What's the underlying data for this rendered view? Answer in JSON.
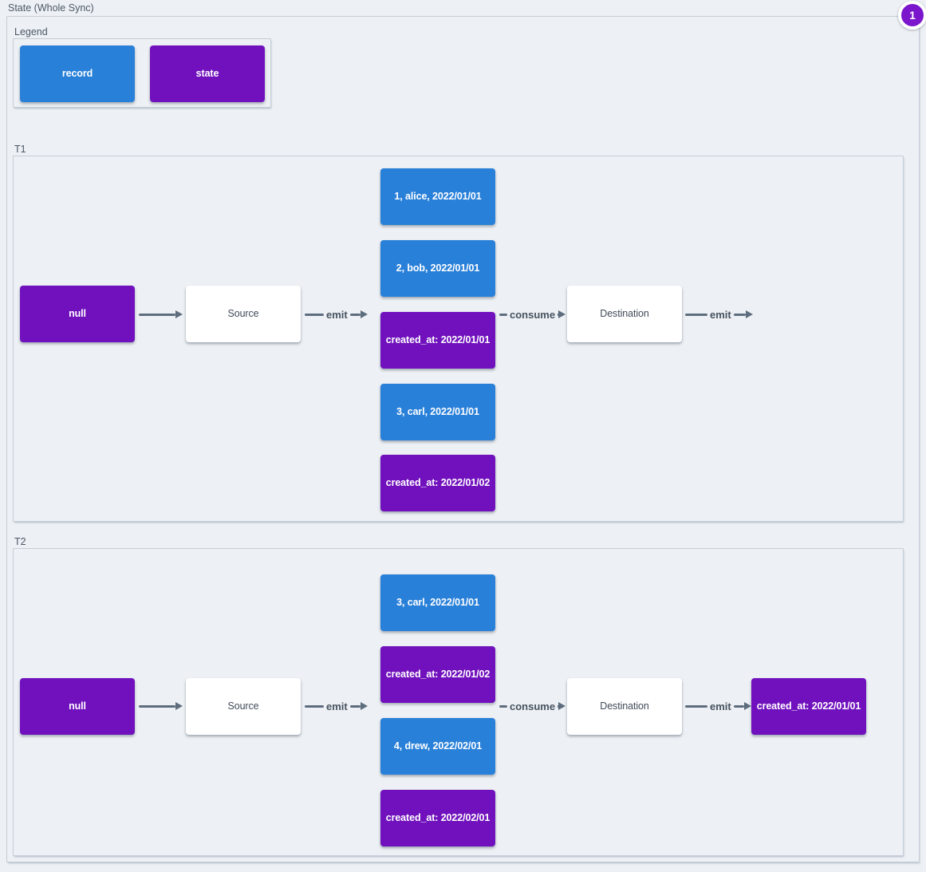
{
  "page": {
    "title": "State (Whole Sync)",
    "badge_count": "1"
  },
  "colors": {
    "record": "#2980d9",
    "state": "#7011bd",
    "badge": "#7b16cc",
    "arrow": "#5d6d7d",
    "border": "#c5ced8",
    "label": "#4c5866",
    "bg": "#edf0f4"
  },
  "legend": {
    "title": "Legend",
    "record_label": "record",
    "state_label": "state"
  },
  "t1": {
    "title": "T1",
    "null_label": "null",
    "source_label": "Source",
    "destination_label": "Destination",
    "arrows": {
      "emit_in": "emit",
      "consume": "consume",
      "emit_out": "emit"
    },
    "stream": [
      {
        "label": "1, alice, 2022/01/01",
        "type": "record"
      },
      {
        "label": "2, bob, 2022/01/01",
        "type": "record"
      },
      {
        "label": "created_at: 2022/01/01",
        "type": "state"
      },
      {
        "label": "3, carl, 2022/01/01",
        "type": "record"
      },
      {
        "label": "created_at: 2022/01/02",
        "type": "state"
      }
    ]
  },
  "t2": {
    "title": "T2",
    "null_label": "null",
    "source_label": "Source",
    "destination_label": "Destination",
    "result_label": "created_at: 2022/01/01",
    "arrows": {
      "emit_in": "emit",
      "consume": "consume",
      "emit_out": "emit"
    },
    "stream": [
      {
        "label": "3, carl, 2022/01/01",
        "type": "record"
      },
      {
        "label": "created_at: 2022/01/02",
        "type": "state"
      },
      {
        "label": "4, drew, 2022/02/01",
        "type": "record"
      },
      {
        "label": "created_at: 2022/02/01",
        "type": "state"
      }
    ]
  }
}
